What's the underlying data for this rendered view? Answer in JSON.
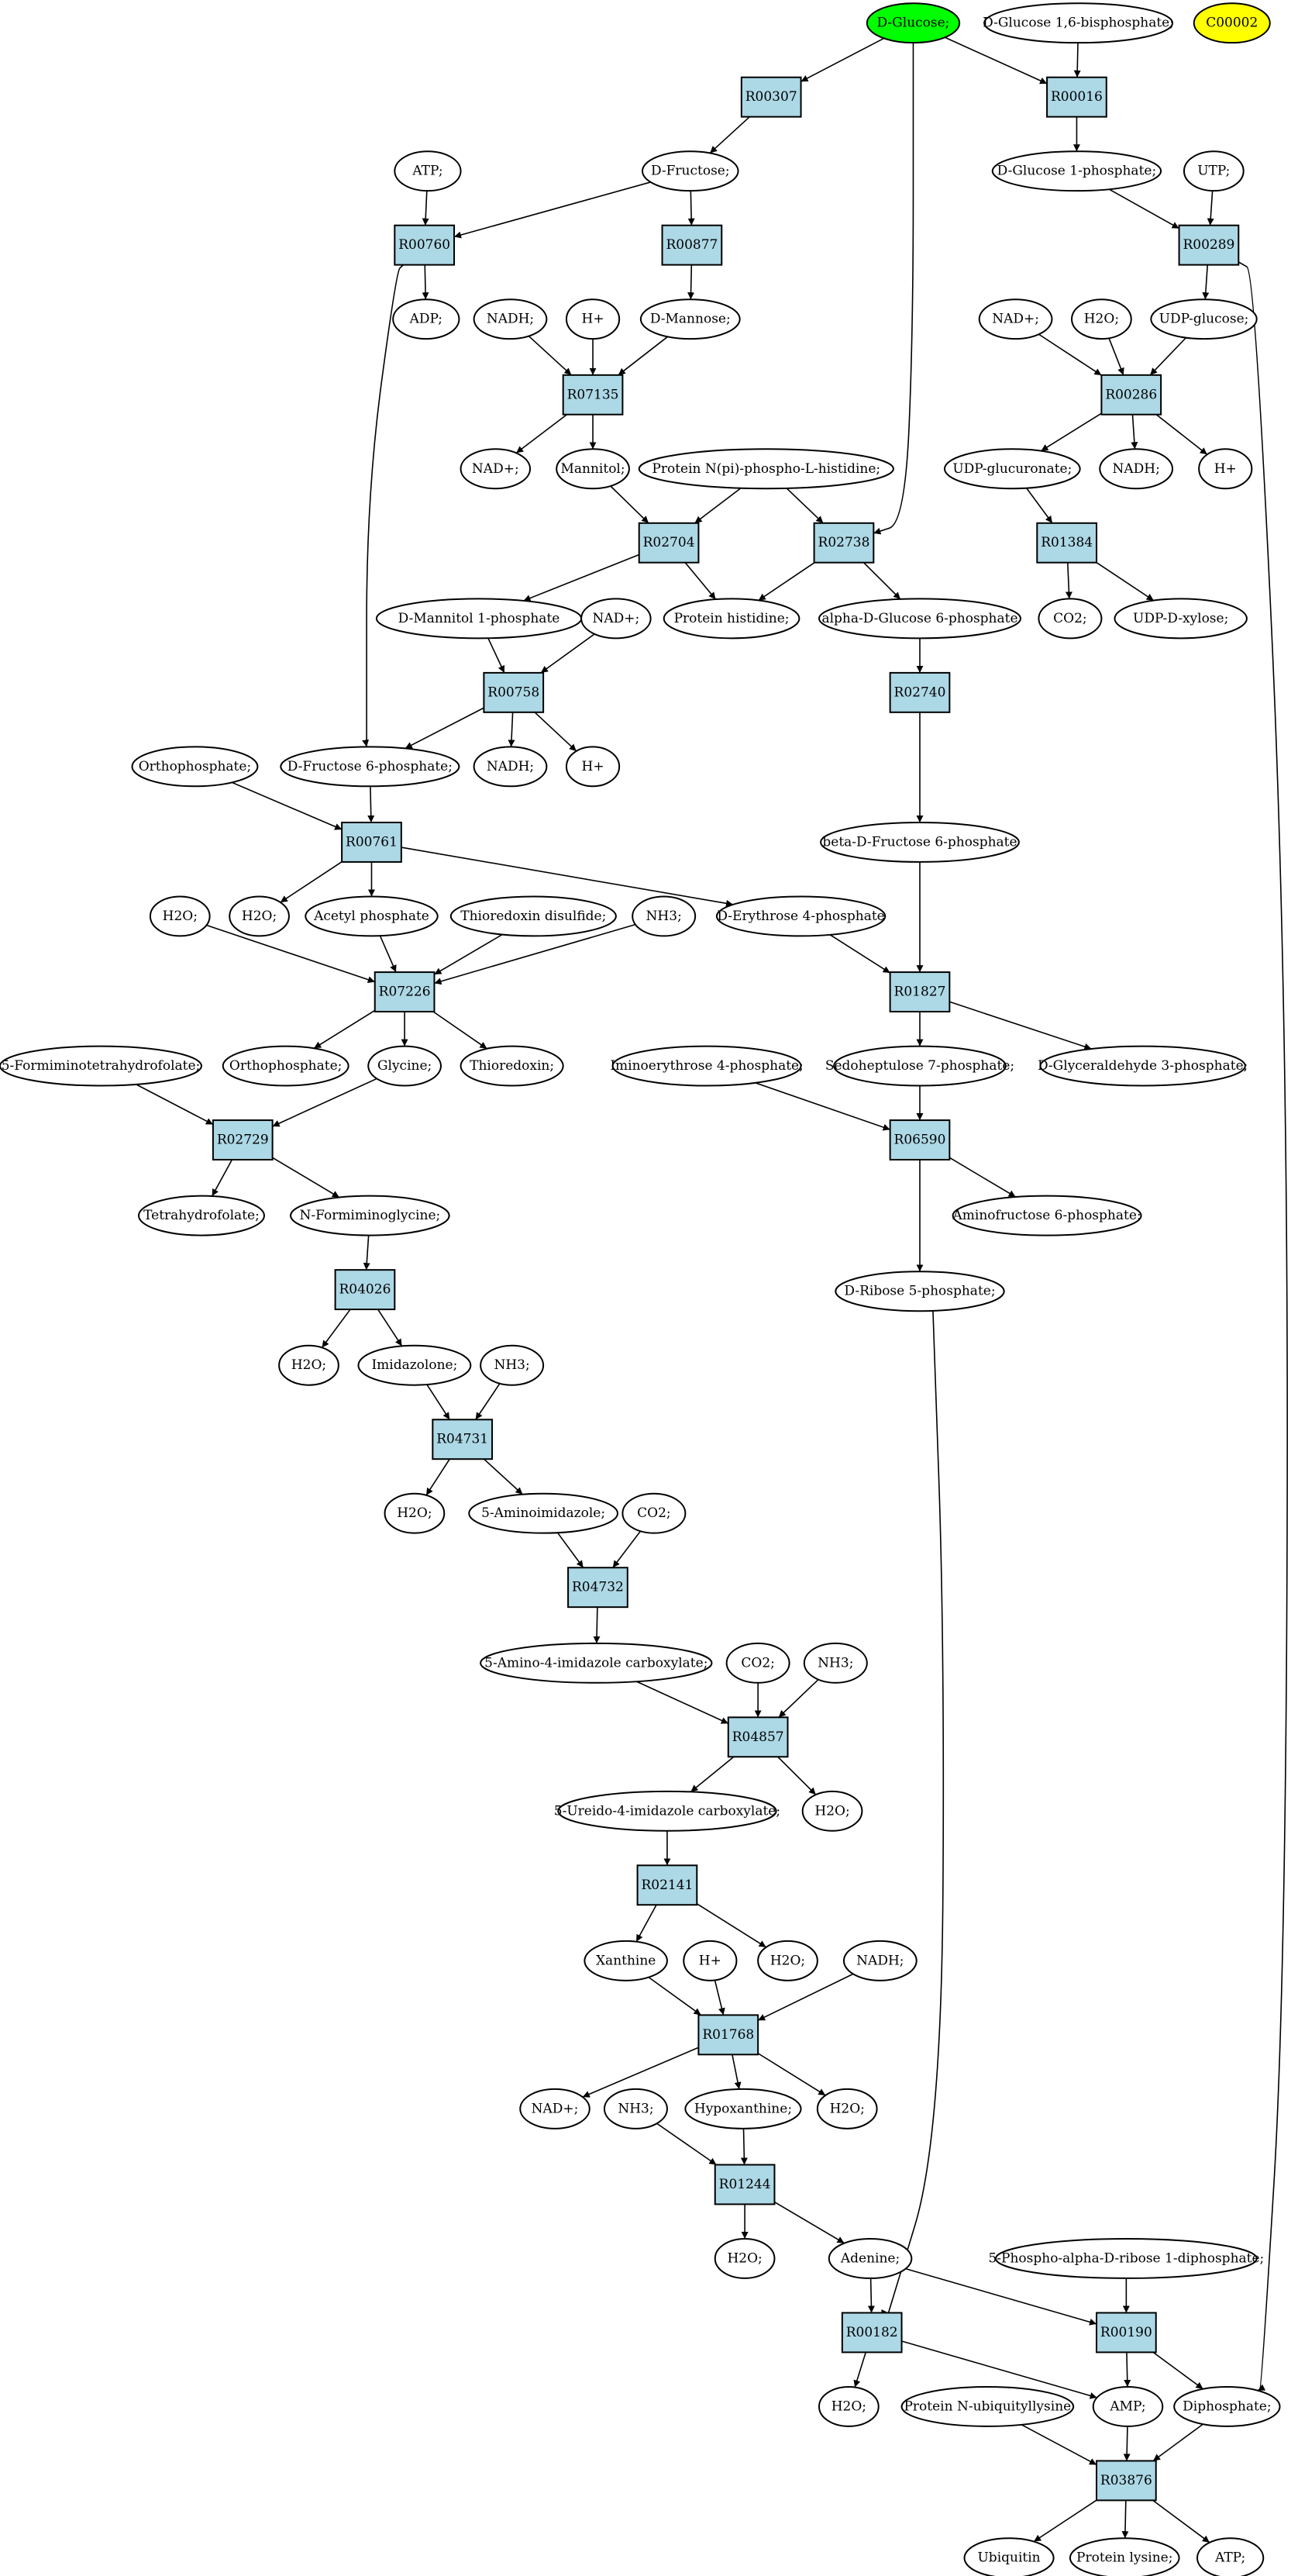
{
  "graph": {
    "compounds": [
      {
        "id": "glucose",
        "label": "D-Glucose;"
      },
      {
        "id": "glc16bp",
        "label": "D-Glucose 1,6-bisphosphate;"
      },
      {
        "id": "c00002",
        "label": "C00002"
      },
      {
        "id": "atp1",
        "label": "ATP;"
      },
      {
        "id": "fructose",
        "label": "D-Fructose;"
      },
      {
        "id": "glc1p",
        "label": "D-Glucose 1-phosphate;"
      },
      {
        "id": "utp",
        "label": "UTP;"
      },
      {
        "id": "adp",
        "label": "ADP;"
      },
      {
        "id": "nadh1",
        "label": "NADH;"
      },
      {
        "id": "h1",
        "label": "H+"
      },
      {
        "id": "mannose",
        "label": "D-Mannose;"
      },
      {
        "id": "nadp1",
        "label": "NAD+;"
      },
      {
        "id": "h2o1",
        "label": "H2O;"
      },
      {
        "id": "udpglc",
        "label": "UDP-glucose;"
      },
      {
        "id": "nadp2",
        "label": "NAD+;"
      },
      {
        "id": "mannitol",
        "label": "Mannitol;"
      },
      {
        "id": "protnpi",
        "label": "Protein N(pi)-phospho-L-histidine;"
      },
      {
        "id": "udpglcur",
        "label": "UDP-glucuronate;"
      },
      {
        "id": "nadh2",
        "label": "NADH;"
      },
      {
        "id": "h2",
        "label": "H+"
      },
      {
        "id": "mannitol1p",
        "label": "D-Mannitol 1-phosphate"
      },
      {
        "id": "nadp3",
        "label": "NAD+;"
      },
      {
        "id": "prothis",
        "label": "Protein histidine;"
      },
      {
        "id": "aglc6p",
        "label": "alpha-D-Glucose 6-phosphate"
      },
      {
        "id": "co2a",
        "label": "CO2;"
      },
      {
        "id": "udpxyl",
        "label": "UDP-D-xylose;"
      },
      {
        "id": "orthop1",
        "label": "Orthophosphate;"
      },
      {
        "id": "fru6p",
        "label": "D-Fructose 6-phosphate;"
      },
      {
        "id": "nadh3",
        "label": "NADH;"
      },
      {
        "id": "h3",
        "label": "H+"
      },
      {
        "id": "bfru6p",
        "label": "beta-D-Fructose 6-phosphate"
      },
      {
        "id": "h2o2",
        "label": "H2O;"
      },
      {
        "id": "h2o3",
        "label": "H2O;"
      },
      {
        "id": "acetylp",
        "label": "Acetyl phosphate"
      },
      {
        "id": "trxds",
        "label": "Thioredoxin disulfide;"
      },
      {
        "id": "nh3a",
        "label": "NH3;"
      },
      {
        "id": "ery4p",
        "label": "D-Erythrose 4-phosphate"
      },
      {
        "id": "formimthf",
        "label": "5-Formiminotetrahydrofolate;"
      },
      {
        "id": "orthop2",
        "label": "Orthophosphate;"
      },
      {
        "id": "glycine",
        "label": "Glycine;"
      },
      {
        "id": "trx",
        "label": "Thioredoxin;"
      },
      {
        "id": "iminoery",
        "label": "Iminoerythrose 4-phosphate;"
      },
      {
        "id": "sed7p",
        "label": "Sedoheptulose 7-phosphate;"
      },
      {
        "id": "gap",
        "label": "D-Glyceraldehyde 3-phosphate;"
      },
      {
        "id": "thf",
        "label": "Tetrahydrofolate;"
      },
      {
        "id": "nformgly",
        "label": "N-Formiminoglycine;"
      },
      {
        "id": "aminofru6p",
        "label": "Aminofructose 6-phosphate;"
      },
      {
        "id": "rib5p",
        "label": "D-Ribose 5-phosphate;"
      },
      {
        "id": "h2o4",
        "label": "H2O;"
      },
      {
        "id": "imidazolone",
        "label": "Imidazolone;"
      },
      {
        "id": "nh3b",
        "label": "NH3;"
      },
      {
        "id": "h2o5",
        "label": "H2O;"
      },
      {
        "id": "aminoimid",
        "label": "5-Aminoimidazole;"
      },
      {
        "id": "co2b",
        "label": "CO2;"
      },
      {
        "id": "aicarb",
        "label": "5-Amino-4-imidazole carboxylate;"
      },
      {
        "id": "co2c",
        "label": "CO2;"
      },
      {
        "id": "nh3c",
        "label": "NH3;"
      },
      {
        "id": "ureido",
        "label": "5-Ureido-4-imidazole carboxylate;"
      },
      {
        "id": "h2o6",
        "label": "H2O;"
      },
      {
        "id": "xanthine",
        "label": "Xanthine"
      },
      {
        "id": "h4",
        "label": "H+"
      },
      {
        "id": "h2o7",
        "label": "H2O;"
      },
      {
        "id": "nadh4",
        "label": "NADH;"
      },
      {
        "id": "nadp4",
        "label": "NAD+;"
      },
      {
        "id": "nh3d",
        "label": "NH3;"
      },
      {
        "id": "hypox",
        "label": "Hypoxanthine;"
      },
      {
        "id": "h2o8",
        "label": "H2O;"
      },
      {
        "id": "h2o9",
        "label": "H2O;"
      },
      {
        "id": "adenine",
        "label": "Adenine;"
      },
      {
        "id": "prpp",
        "label": "5-Phospho-alpha-D-ribose 1-diphosphate;"
      },
      {
        "id": "h2o10",
        "label": "H2O;"
      },
      {
        "id": "protubq",
        "label": "Protein N-ubiquityllysine"
      },
      {
        "id": "amp",
        "label": "AMP;"
      },
      {
        "id": "diphos",
        "label": "Diphosphate;"
      },
      {
        "id": "ubiquitin",
        "label": "Ubiquitin"
      },
      {
        "id": "protlys",
        "label": "Protein lysine;"
      },
      {
        "id": "atp2",
        "label": "ATP;"
      }
    ],
    "reactions": [
      {
        "id": "R00307",
        "label": "R00307"
      },
      {
        "id": "R00016",
        "label": "R00016"
      },
      {
        "id": "R00760",
        "label": "R00760"
      },
      {
        "id": "R00877",
        "label": "R00877"
      },
      {
        "id": "R00289",
        "label": "R00289"
      },
      {
        "id": "R07135",
        "label": "R07135"
      },
      {
        "id": "R00286",
        "label": "R00286"
      },
      {
        "id": "R02704",
        "label": "R02704"
      },
      {
        "id": "R02738",
        "label": "R02738"
      },
      {
        "id": "R01384",
        "label": "R01384"
      },
      {
        "id": "R00758",
        "label": "R00758"
      },
      {
        "id": "R02740",
        "label": "R02740"
      },
      {
        "id": "R00761",
        "label": "R00761"
      },
      {
        "id": "R07226",
        "label": "R07226"
      },
      {
        "id": "R01827",
        "label": "R01827"
      },
      {
        "id": "R02729",
        "label": "R02729"
      },
      {
        "id": "R06590",
        "label": "R06590"
      },
      {
        "id": "R04026",
        "label": "R04026"
      },
      {
        "id": "R04731",
        "label": "R04731"
      },
      {
        "id": "R04732",
        "label": "R04732"
      },
      {
        "id": "R04857",
        "label": "R04857"
      },
      {
        "id": "R02141",
        "label": "R02141"
      },
      {
        "id": "R01768",
        "label": "R01768"
      },
      {
        "id": "R01244",
        "label": "R01244"
      },
      {
        "id": "R00190",
        "label": "R00190"
      },
      {
        "id": "R00182",
        "label": "R00182"
      },
      {
        "id": "R03876",
        "label": "R03876"
      }
    ],
    "edges": [
      [
        "glucose",
        "R00307"
      ],
      [
        "glucose",
        "R00016"
      ],
      [
        "glucose",
        "R02738"
      ],
      [
        "glc16bp",
        "R00016"
      ],
      [
        "R00307",
        "fructose"
      ],
      [
        "R00016",
        "glc1p"
      ],
      [
        "atp1",
        "R00760"
      ],
      [
        "fructose",
        "R00760"
      ],
      [
        "fructose",
        "R00877"
      ],
      [
        "glc1p",
        "R00289"
      ],
      [
        "utp",
        "R00289"
      ],
      [
        "R00760",
        "adp"
      ],
      [
        "R00760",
        "fru6p"
      ],
      [
        "R00877",
        "mannose"
      ],
      [
        "R00289",
        "udpglc"
      ],
      [
        "R00289",
        "diphos"
      ],
      [
        "nadh1",
        "R07135"
      ],
      [
        "h1",
        "R07135"
      ],
      [
        "mannose",
        "R07135"
      ],
      [
        "nadp2",
        "R00286"
      ],
      [
        "h2o1",
        "R00286"
      ],
      [
        "udpglc",
        "R00286"
      ],
      [
        "R07135",
        "nadp1"
      ],
      [
        "R07135",
        "mannitol"
      ],
      [
        "R00286",
        "udpglcur"
      ],
      [
        "R00286",
        "nadh2"
      ],
      [
        "R00286",
        "h2"
      ],
      [
        "mannitol",
        "R02704"
      ],
      [
        "protnpi",
        "R02704"
      ],
      [
        "protnpi",
        "R02738"
      ],
      [
        "udpglcur",
        "R01384"
      ],
      [
        "R02704",
        "mannitol1p"
      ],
      [
        "R02704",
        "prothis"
      ],
      [
        "R02738",
        "prothis"
      ],
      [
        "R02738",
        "aglc6p"
      ],
      [
        "R01384",
        "co2a"
      ],
      [
        "R01384",
        "udpxyl"
      ],
      [
        "mannitol1p",
        "R00758"
      ],
      [
        "nadp3",
        "R00758"
      ],
      [
        "aglc6p",
        "R02740"
      ],
      [
        "R00758",
        "fru6p"
      ],
      [
        "R00758",
        "nadh3"
      ],
      [
        "R00758",
        "h3"
      ],
      [
        "R02740",
        "bfru6p"
      ],
      [
        "orthop1",
        "R00761"
      ],
      [
        "fru6p",
        "R00761"
      ],
      [
        "R00761",
        "h2o3"
      ],
      [
        "R00761",
        "acetylp"
      ],
      [
        "R00761",
        "ery4p"
      ],
      [
        "h2o2",
        "R07226"
      ],
      [
        "acetylp",
        "R07226"
      ],
      [
        "trxds",
        "R07226"
      ],
      [
        "nh3a",
        "R07226"
      ],
      [
        "ery4p",
        "R01827"
      ],
      [
        "bfru6p",
        "R01827"
      ],
      [
        "R07226",
        "orthop2"
      ],
      [
        "R07226",
        "glycine"
      ],
      [
        "R07226",
        "trx"
      ],
      [
        "R01827",
        "sed7p"
      ],
      [
        "R01827",
        "gap"
      ],
      [
        "formimthf",
        "R02729"
      ],
      [
        "glycine",
        "R02729"
      ],
      [
        "iminoery",
        "R06590"
      ],
      [
        "sed7p",
        "R06590"
      ],
      [
        "R02729",
        "thf"
      ],
      [
        "R02729",
        "nformgly"
      ],
      [
        "R06590",
        "aminofru6p"
      ],
      [
        "R06590",
        "rib5p"
      ],
      [
        "nformgly",
        "R04026"
      ],
      [
        "R04026",
        "h2o4"
      ],
      [
        "R04026",
        "imidazolone"
      ],
      [
        "imidazolone",
        "R04731"
      ],
      [
        "nh3b",
        "R04731"
      ],
      [
        "R04731",
        "h2o5"
      ],
      [
        "R04731",
        "aminoimid"
      ],
      [
        "aminoimid",
        "R04732"
      ],
      [
        "co2b",
        "R04732"
      ],
      [
        "R04732",
        "aicarb"
      ],
      [
        "aicarb",
        "R04857"
      ],
      [
        "co2c",
        "R04857"
      ],
      [
        "nh3c",
        "R04857"
      ],
      [
        "R04857",
        "ureido"
      ],
      [
        "R04857",
        "h2o6"
      ],
      [
        "ureido",
        "R02141"
      ],
      [
        "R02141",
        "xanthine"
      ],
      [
        "R02141",
        "h2o7"
      ],
      [
        "xanthine",
        "R01768"
      ],
      [
        "h4",
        "R01768"
      ],
      [
        "nadh4",
        "R01768"
      ],
      [
        "R01768",
        "nadp4"
      ],
      [
        "R01768",
        "hypox"
      ],
      [
        "R01768",
        "h2o8"
      ],
      [
        "nh3d",
        "R01244"
      ],
      [
        "hypox",
        "R01244"
      ],
      [
        "R01244",
        "h2o9"
      ],
      [
        "R01244",
        "adenine"
      ],
      [
        "adenine",
        "R00182"
      ],
      [
        "adenine",
        "R00190"
      ],
      [
        "prpp",
        "R00190"
      ],
      [
        "rib5p",
        "R00182"
      ],
      [
        "R00182",
        "h2o10"
      ],
      [
        "R00182",
        "amp"
      ],
      [
        "R00190",
        "amp"
      ],
      [
        "R00190",
        "diphos"
      ],
      [
        "protubq",
        "R03876"
      ],
      [
        "amp",
        "R03876"
      ],
      [
        "diphos",
        "R03876"
      ],
      [
        "R03876",
        "ubiquitin"
      ],
      [
        "R03876",
        "protlys"
      ],
      [
        "R03876",
        "atp2"
      ]
    ]
  }
}
